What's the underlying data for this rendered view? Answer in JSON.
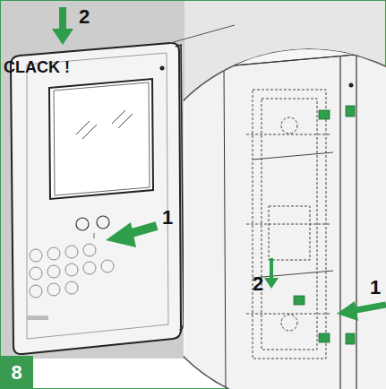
{
  "diagram": {
    "nodes": [
      {
        "text": [
          "8"
        ]
      }
    ],
    "labels": [
      "2",
      "CLACK !",
      "1",
      "1",
      "2"
    ]
  }
}
